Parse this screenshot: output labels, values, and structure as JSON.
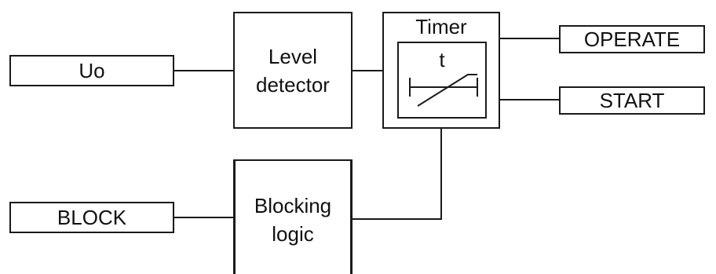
{
  "inputs": {
    "uo": "Uo",
    "block": "BLOCK"
  },
  "blocks": {
    "level_detector": [
      "Level",
      "detector"
    ],
    "timer_title": "Timer",
    "timer_symbol": "t",
    "blocking_logic": [
      "Blocking",
      "logic"
    ]
  },
  "outputs": {
    "operate": "OPERATE",
    "start": "START"
  }
}
